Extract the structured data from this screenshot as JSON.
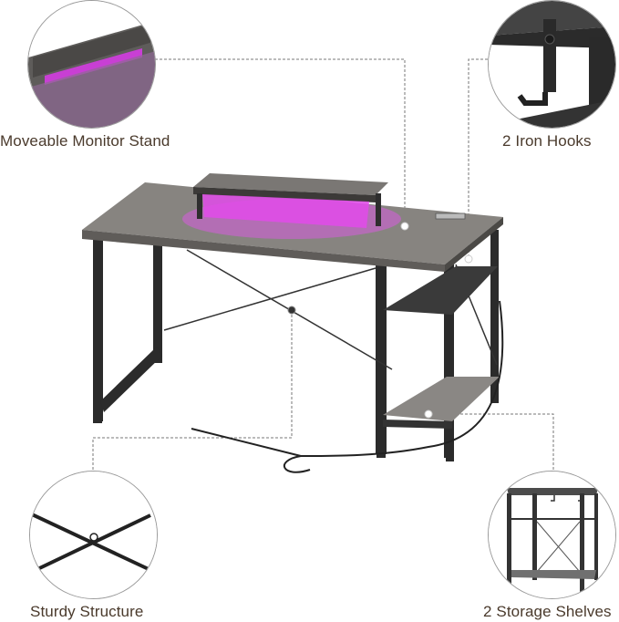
{
  "product": "Computer desk with LED monitor stand, power outlet and storage shelves",
  "colors": {
    "label_text": "#4a3a2c",
    "wood_top": "#7d7b78",
    "frame": "#2a2a2a",
    "led": "#e040e8",
    "connector": "#777777"
  },
  "features": [
    {
      "label": "Moveable Monitor Stand",
      "icon": "monitor-stand-led-icon"
    },
    {
      "label": "2 Iron Hooks",
      "icon": "iron-hook-icon"
    },
    {
      "label": "Sturdy Structure",
      "icon": "x-brace-icon"
    },
    {
      "label": "2 Storage Shelves",
      "icon": "storage-shelf-icon"
    }
  ]
}
